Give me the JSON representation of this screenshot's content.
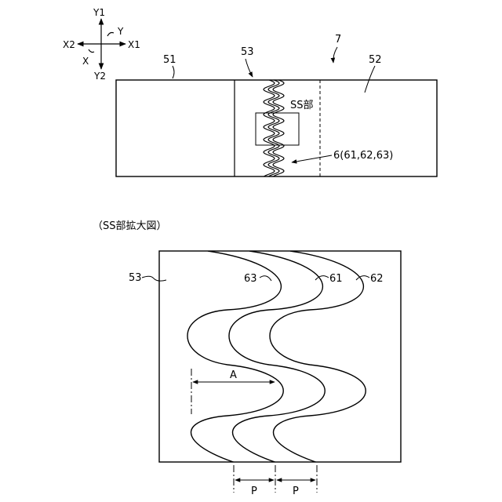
{
  "axes": {
    "y1": "Y1",
    "y": "Y",
    "x2": "X2",
    "x1": "X1",
    "x": "X",
    "y2": "Y2"
  },
  "top": {
    "ref_7": "7",
    "ref_51": "51",
    "ref_53": "53",
    "ref_52": "52",
    "ss_label": "SS部",
    "wire_label": "6(61,62,63)"
  },
  "bottom": {
    "title": "（SS部拡大図）",
    "ref_53": "53",
    "ref_63": "63",
    "ref_61": "61",
    "ref_62": "62",
    "dim_a": "A",
    "dim_p1": "P",
    "dim_p2": "P"
  }
}
